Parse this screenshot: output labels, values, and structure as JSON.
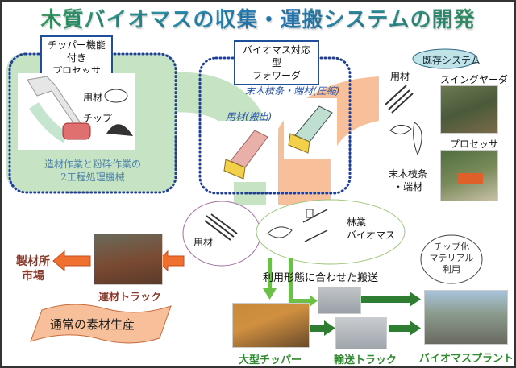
{
  "title": "木質バイオマスの収集・運搬システムの開発",
  "chipper_processor": {
    "label_line1": "チッパー機能付き",
    "label_line2": "プロセッサ",
    "item_logs": "用材",
    "item_chips": "チップ",
    "caption_line1": "造材作業と粉砕作業の",
    "caption_line2": "2工程処理機械"
  },
  "biomass_forwarder": {
    "label_line1": "バイオマス対応型",
    "label_line2": "フォワーダ",
    "compressed_label": "末木枝条・端材(圧縮)",
    "logs_label": "用材(搬出)"
  },
  "existing_system": {
    "badge": "既存システム",
    "logs": "用材",
    "residue_line1": "末木枝条",
    "residue_line2": "・端材",
    "swing_yarder": "スイングヤーダ",
    "processor": "プロセッサ"
  },
  "middle": {
    "logs_ellipse": "用材",
    "forest_biomass_line1": "林業",
    "forest_biomass_line2": "バイオマス",
    "transport_caption": "利用形態に合わせた搬送"
  },
  "left_flow": {
    "destination_line1": "製材所",
    "destination_line2": "市場",
    "log_truck": "運材トラック",
    "banner": "通常の素材生産"
  },
  "bottom_flow": {
    "large_chipper": "大型チッパー",
    "transport_truck": "輸送トラック",
    "biomass_plant": "バイオマスプラント",
    "material_use_line1": "チップ化",
    "material_use_line2": "マテリアル",
    "material_use_line3": "利用"
  },
  "colors": {
    "green_band": "#c6e3c4",
    "orange_band": "#f8c09a",
    "dotted_border": "#1f3f99",
    "orange_arrow": "#f07030",
    "green_arrow": "#2e7d32",
    "light_green_arrow": "#6cc04a"
  }
}
